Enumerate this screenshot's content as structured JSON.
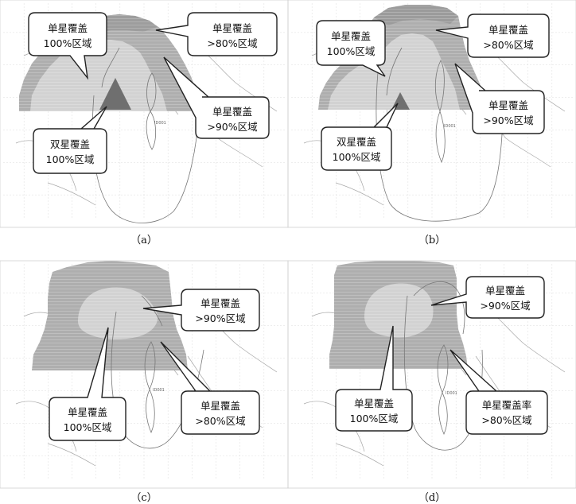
{
  "panels": [
    {
      "caption": "（a）",
      "callouts": [
        {
          "line1": "单星覆盖",
          "line2": "100%区域"
        },
        {
          "line1": "单星覆盖",
          "line2": ">80%区域"
        },
        {
          "line1": "单星覆盖",
          "line2": ">90%区域"
        },
        {
          "line1": "双星覆盖",
          "line2": "100%区域"
        }
      ]
    },
    {
      "caption": "（b）",
      "callouts": [
        {
          "line1": "单星覆盖",
          "line2": "100%区域"
        },
        {
          "line1": "单星覆盖",
          "line2": ">80%区域"
        },
        {
          "line1": "单星覆盖",
          "line2": ">90%区域"
        },
        {
          "line1": "双星覆盖",
          "line2": "100%区域"
        }
      ]
    },
    {
      "caption": "（c）",
      "callouts": [
        {
          "line1": "单星覆盖",
          "line2": ">90%区域"
        },
        {
          "line1": "单星覆盖",
          "line2": "100%区域"
        },
        {
          "line1": "单星覆盖",
          "line2": ">80%区域"
        }
      ]
    },
    {
      "caption": "（d）",
      "callouts": [
        {
          "line1": "单星覆盖",
          "line2": ">90%区域"
        },
        {
          "line1": "单星覆盖",
          "line2": "100%区域"
        },
        {
          "line1": "单星覆盖率",
          "line2": ">80%区域"
        }
      ]
    }
  ],
  "colors": {
    "light": "#d2d2d2",
    "medium": "#aeaeae",
    "dark": "#7e7e7e",
    "grid": "#dcdcdc",
    "coast": "#a8a8a8",
    "track": "#777777"
  }
}
